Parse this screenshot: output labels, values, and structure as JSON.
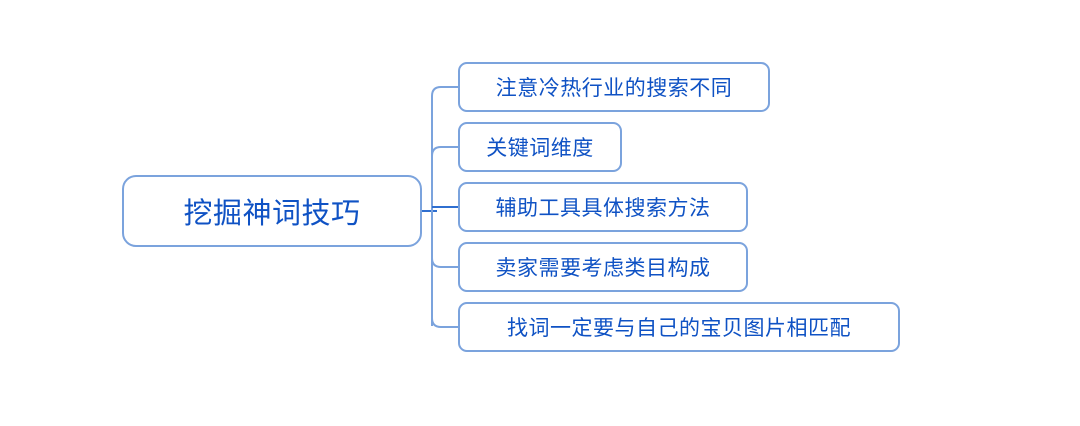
{
  "diagram": {
    "type": "mind-map",
    "orientation": "left-to-right",
    "title": "挖掘神词技巧",
    "colors": {
      "node_border": "#7ba3dd",
      "node_text": "#0f52c4",
      "connector_line": "#7ba3dd",
      "connector_stub": "#2f6fd0",
      "background": "#ffffff"
    },
    "root": {
      "label": "挖掘神词技巧"
    },
    "children": [
      {
        "label": "注意冷热行业的搜索不同"
      },
      {
        "label": "关键词维度"
      },
      {
        "label": "辅助工具具体搜索方法"
      },
      {
        "label": "卖家需要考虑类目构成"
      },
      {
        "label": "找词一定要与自己的宝贝图片相匹配"
      }
    ]
  }
}
